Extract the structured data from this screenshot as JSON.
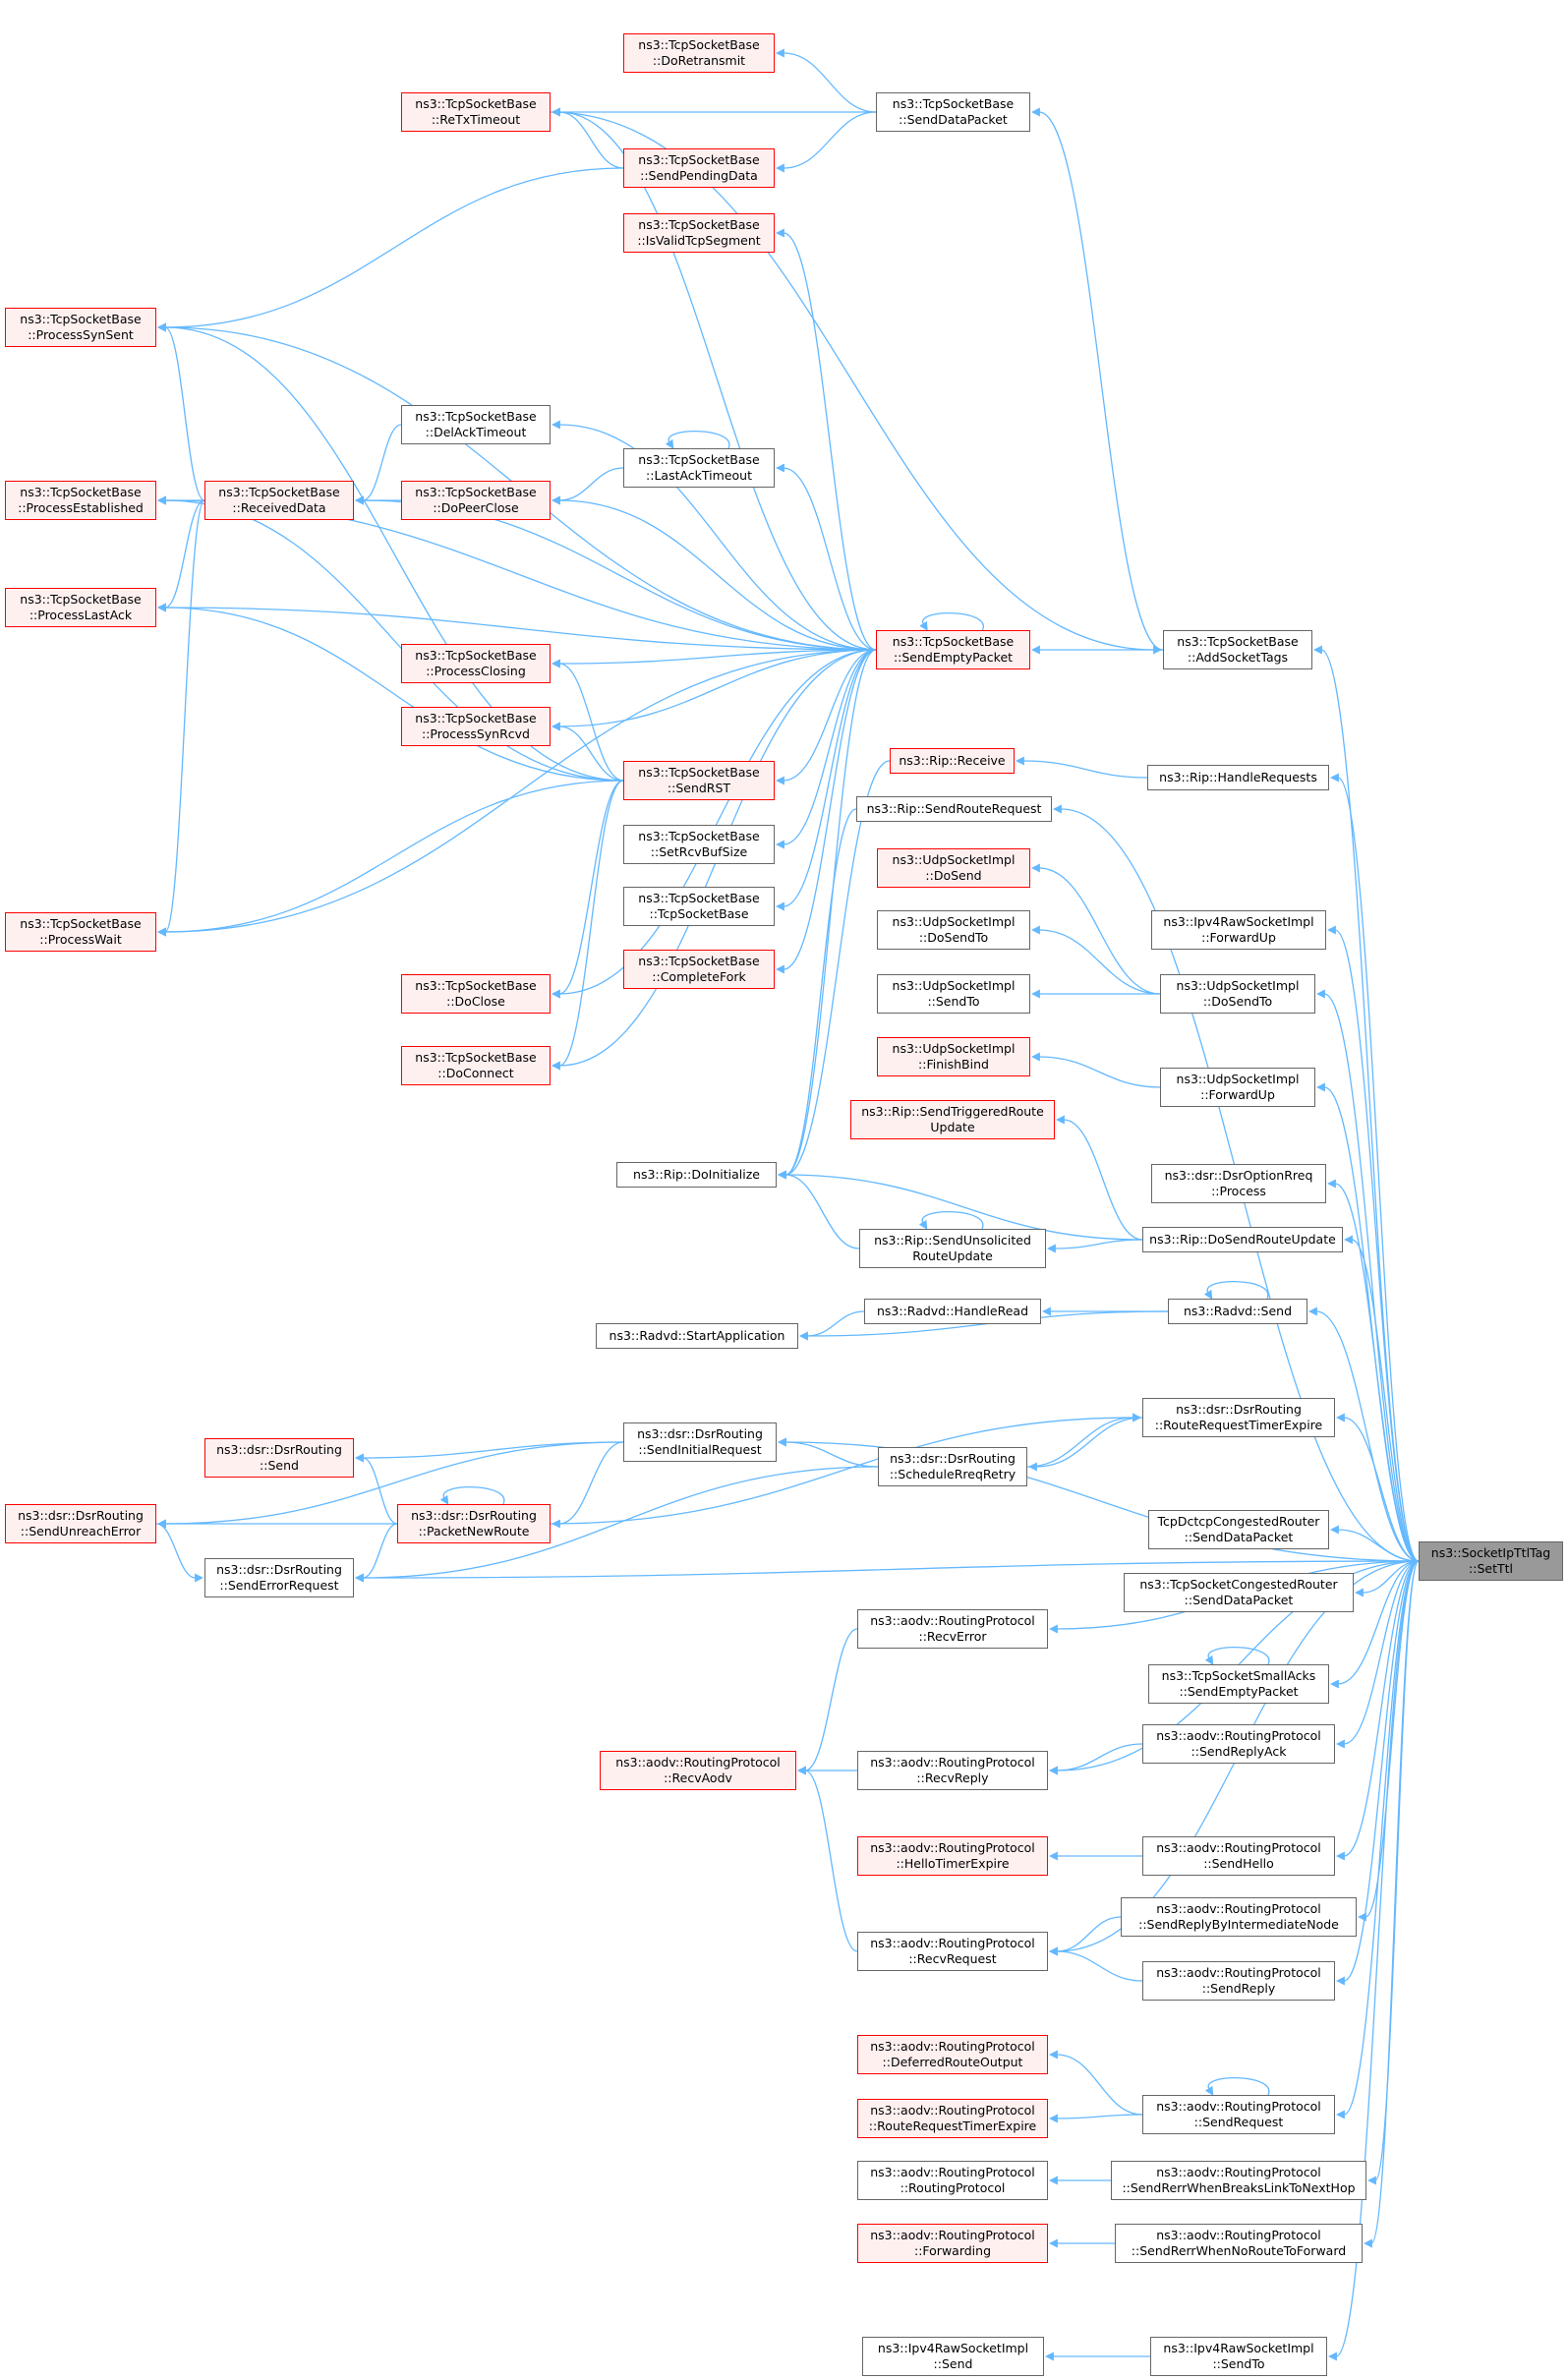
{
  "colors": {
    "edge": "#63b8ff",
    "normal_border": "#666666",
    "truncated_border": "#ff0000",
    "truncated_fill": "#fff0f0",
    "root_fill": "#999999"
  },
  "nodes": {
    "doRetransmit": {
      "line1": "ns3::TcpSocketBase",
      "line2": "::DoRetransmit",
      "style": "trunc"
    },
    "sendDataPacket": {
      "line1": "ns3::TcpSocketBase",
      "line2": "::SendDataPacket",
      "style": "normal"
    },
    "reTxTimeout": {
      "line1": "ns3::TcpSocketBase",
      "line2": "::ReTxTimeout",
      "style": "trunc"
    },
    "sendPendingData": {
      "line1": "ns3::TcpSocketBase",
      "line2": "::SendPendingData",
      "style": "trunc"
    },
    "isValidTcpSegment": {
      "line1": "ns3::TcpSocketBase",
      "line2": "::IsValidTcpSegment",
      "style": "trunc"
    },
    "processSynSent": {
      "line1": "ns3::TcpSocketBase",
      "line2": "::ProcessSynSent",
      "style": "trunc"
    },
    "delAckTimeout": {
      "line1": "ns3::TcpSocketBase",
      "line2": "::DelAckTimeout",
      "style": "normal"
    },
    "lastAckTimeout": {
      "line1": "ns3::TcpSocketBase",
      "line2": "::LastAckTimeout",
      "style": "normal"
    },
    "processEstablished": {
      "line1": "ns3::TcpSocketBase",
      "line2": "::ProcessEstablished",
      "style": "trunc"
    },
    "receivedData": {
      "line1": "ns3::TcpSocketBase",
      "line2": "::ReceivedData",
      "style": "trunc"
    },
    "doPeerClose": {
      "line1": "ns3::TcpSocketBase",
      "line2": "::DoPeerClose",
      "style": "trunc"
    },
    "processLastAck": {
      "line1": "ns3::TcpSocketBase",
      "line2": "::ProcessLastAck",
      "style": "trunc"
    },
    "sendEmptyPacket": {
      "line1": "ns3::TcpSocketBase",
      "line2": "::SendEmptyPacket",
      "style": "trunc"
    },
    "addSocketTags": {
      "line1": "ns3::TcpSocketBase",
      "line2": "::AddSocketTags",
      "style": "normal"
    },
    "processClosing": {
      "line1": "ns3::TcpSocketBase",
      "line2": "::ProcessClosing",
      "style": "trunc"
    },
    "processSynRcvd": {
      "line1": "ns3::TcpSocketBase",
      "line2": "::ProcessSynRcvd",
      "style": "trunc"
    },
    "ripReceive": {
      "line1": "ns3::Rip::Receive",
      "line2": "",
      "style": "trunc"
    },
    "ripHandleRequests": {
      "line1": "ns3::Rip::HandleRequests",
      "line2": "",
      "style": "normal"
    },
    "sendRST": {
      "line1": "ns3::TcpSocketBase",
      "line2": "::SendRST",
      "style": "trunc"
    },
    "ripSendRouteRequest": {
      "line1": "ns3::Rip::SendRouteRequest",
      "line2": "",
      "style": "normal"
    },
    "setRcvBufSize": {
      "line1": "ns3::TcpSocketBase",
      "line2": "::SetRcvBufSize",
      "style": "normal"
    },
    "udpDoSend": {
      "line1": "ns3::UdpSocketImpl",
      "line2": "::DoSend",
      "style": "trunc"
    },
    "tcpSocketBaseCtor": {
      "line1": "ns3::TcpSocketBase",
      "line2": "::TcpSocketBase",
      "style": "normal"
    },
    "processWait": {
      "line1": "ns3::TcpSocketBase",
      "line2": "::ProcessWait",
      "style": "trunc"
    },
    "udpDoSendTo_left": {
      "line1": "ns3::UdpSocketImpl",
      "line2": "::DoSendTo",
      "style": "normal"
    },
    "ipv4RawForwardUp": {
      "line1": "ns3::Ipv4RawSocketImpl",
      "line2": "::ForwardUp",
      "style": "normal"
    },
    "completeFork": {
      "line1": "ns3::TcpSocketBase",
      "line2": "::CompleteFork",
      "style": "trunc"
    },
    "doClose": {
      "line1": "ns3::TcpSocketBase",
      "line2": "::DoClose",
      "style": "trunc"
    },
    "udpSendTo": {
      "line1": "ns3::UdpSocketImpl",
      "line2": "::SendTo",
      "style": "normal"
    },
    "udpDoSendTo": {
      "line1": "ns3::UdpSocketImpl",
      "line2": "::DoSendTo",
      "style": "normal"
    },
    "udpFinishBind": {
      "line1": "ns3::UdpSocketImpl",
      "line2": "::FinishBind",
      "style": "trunc"
    },
    "doConnect": {
      "line1": "ns3::TcpSocketBase",
      "line2": "::DoConnect",
      "style": "trunc"
    },
    "udpForwardUp": {
      "line1": "ns3::UdpSocketImpl",
      "line2": "::ForwardUp",
      "style": "normal"
    },
    "ripSendTriggered": {
      "line1": "ns3::Rip::SendTriggeredRoute",
      "line2": "Update",
      "style": "trunc"
    },
    "ripDoInitialize": {
      "line1": "ns3::Rip::DoInitialize",
      "line2": "",
      "style": "normal"
    },
    "dsrOptionRreq": {
      "line1": "ns3::dsr::DsrOptionRreq",
      "line2": "::Process",
      "style": "normal"
    },
    "ripSendUnsolicited": {
      "line1": "ns3::Rip::SendUnsolicited",
      "line2": "RouteUpdate",
      "style": "normal"
    },
    "ripDoSendRouteUpdate": {
      "line1": "ns3::Rip::DoSendRouteUpdate",
      "line2": "",
      "style": "normal"
    },
    "radvdHandleRead": {
      "line1": "ns3::Radvd::HandleRead",
      "line2": "",
      "style": "normal"
    },
    "radvdSend": {
      "line1": "ns3::Radvd::Send",
      "line2": "",
      "style": "normal"
    },
    "radvdStartApp": {
      "line1": "ns3::Radvd::StartApplication",
      "line2": "",
      "style": "normal"
    },
    "dsrRouteReqTimer": {
      "line1": "ns3::dsr::DsrRouting",
      "line2": "::RouteRequestTimerExpire",
      "style": "normal"
    },
    "dsrSendInitial": {
      "line1": "ns3::dsr::DsrRouting",
      "line2": "::SendInitialRequest",
      "style": "normal"
    },
    "dsrSend": {
      "line1": "ns3::dsr::DsrRouting",
      "line2": "::Send",
      "style": "trunc"
    },
    "dsrScheduleRreq": {
      "line1": "ns3::dsr::DsrRouting",
      "line2": "::ScheduleRreqRetry",
      "style": "normal"
    },
    "dsrSendUnreach": {
      "line1": "ns3::dsr::DsrRouting",
      "line2": "::SendUnreachError",
      "style": "trunc"
    },
    "dsrPacketNewRoute": {
      "line1": "ns3::dsr::DsrRouting",
      "line2": "::PacketNewRoute",
      "style": "trunc"
    },
    "tcpDctcpCong": {
      "line1": "TcpDctcpCongestedRouter",
      "line2": "::SendDataPacket",
      "style": "normal"
    },
    "root": {
      "line1": "ns3::SocketIpTtlTag",
      "line2": "::SetTtl",
      "style": "root"
    },
    "dsrSendError": {
      "line1": "ns3::dsr::DsrRouting",
      "line2": "::SendErrorRequest",
      "style": "normal"
    },
    "tcpSocketCong": {
      "line1": "ns3::TcpSocketCongestedRouter",
      "line2": "::SendDataPacket",
      "style": "normal"
    },
    "aodvRecvError": {
      "line1": "ns3::aodv::RoutingProtocol",
      "line2": "::RecvError",
      "style": "normal"
    },
    "tcpSmallAcks": {
      "line1": "ns3::TcpSocketSmallAcks",
      "line2": "::SendEmptyPacket",
      "style": "normal"
    },
    "aodvSendReplyAck": {
      "line1": "ns3::aodv::RoutingProtocol",
      "line2": "::SendReplyAck",
      "style": "normal"
    },
    "aodvRecvAodv": {
      "line1": "ns3::aodv::RoutingProtocol",
      "line2": "::RecvAodv",
      "style": "trunc"
    },
    "aodvRecvReply": {
      "line1": "ns3::aodv::RoutingProtocol",
      "line2": "::RecvReply",
      "style": "normal"
    },
    "aodvHelloTimer": {
      "line1": "ns3::aodv::RoutingProtocol",
      "line2": "::HelloTimerExpire",
      "style": "trunc"
    },
    "aodvSendHello": {
      "line1": "ns3::aodv::RoutingProtocol",
      "line2": "::SendHello",
      "style": "normal"
    },
    "aodvSendReplyByInt": {
      "line1": "ns3::aodv::RoutingProtocol",
      "line2": "::SendReplyByIntermediateNode",
      "style": "normal"
    },
    "aodvRecvRequest": {
      "line1": "ns3::aodv::RoutingProtocol",
      "line2": "::RecvRequest",
      "style": "normal"
    },
    "aodvSendReply": {
      "line1": "ns3::aodv::RoutingProtocol",
      "line2": "::SendReply",
      "style": "normal"
    },
    "aodvDeferred": {
      "line1": "ns3::aodv::RoutingProtocol",
      "line2": "::DeferredRouteOutput",
      "style": "trunc"
    },
    "aodvSendRequest": {
      "line1": "ns3::aodv::RoutingProtocol",
      "line2": "::SendRequest",
      "style": "normal"
    },
    "aodvRouteReqTimer": {
      "line1": "ns3::aodv::RoutingProtocol",
      "line2": "::RouteRequestTimerExpire",
      "style": "trunc"
    },
    "aodvRoutingProtocol": {
      "line1": "ns3::aodv::RoutingProtocol",
      "line2": "::RoutingProtocol",
      "style": "normal"
    },
    "aodvSendRerrBreaks": {
      "line1": "ns3::aodv::RoutingProtocol",
      "line2": "::SendRerrWhenBreaksLinkToNextHop",
      "style": "normal"
    },
    "aodvForwarding": {
      "line1": "ns3::aodv::RoutingProtocol",
      "line2": "::Forwarding",
      "style": "trunc"
    },
    "aodvSendRerrNoRoute": {
      "line1": "ns3::aodv::RoutingProtocol",
      "line2": "::SendRerrWhenNoRouteToForward",
      "style": "normal"
    },
    "ipv4RawSend": {
      "line1": "ns3::Ipv4RawSocketImpl",
      "line2": "::Send",
      "style": "normal"
    },
    "ipv4RawSendTo": {
      "line1": "ns3::Ipv4RawSocketImpl",
      "line2": "::SendTo",
      "style": "normal"
    }
  },
  "edges": [
    [
      "doRetransmit",
      "sendDataPacket"
    ],
    [
      "reTxTimeout",
      "sendDataPacket"
    ],
    [
      "reTxTimeout",
      "sendPendingData"
    ],
    [
      "sendPendingData",
      "sendDataPacket"
    ],
    [
      "sendDataPacket",
      "addSocketTags"
    ],
    [
      "reTxTimeout",
      "sendEmptyPacket"
    ],
    [
      "addSocketTags",
      "reTxTimeout"
    ],
    [
      "processSynSent",
      "sendPendingData"
    ],
    [
      "isValidTcpSegment",
      "sendEmptyPacket"
    ],
    [
      "processSynSent",
      "sendEmptyPacket"
    ],
    [
      "processSynSent",
      "receivedData"
    ],
    [
      "processSynSent",
      "sendRST"
    ],
    [
      "delAckTimeout",
      "sendEmptyPacket"
    ],
    [
      "receivedData",
      "delAckTimeout"
    ],
    [
      "lastAckTimeout",
      "sendEmptyPacket"
    ],
    [
      "lastAckTimeout",
      "lastAckTimeout"
    ],
    [
      "doPeerClose",
      "lastAckTimeout"
    ],
    [
      "processEstablished",
      "sendEmptyPacket"
    ],
    [
      "processEstablished",
      "receivedData"
    ],
    [
      "receivedData",
      "doPeerClose"
    ],
    [
      "receivedData",
      "sendEmptyPacket"
    ],
    [
      "doPeerClose",
      "sendEmptyPacket"
    ],
    [
      "processLastAck",
      "receivedData"
    ],
    [
      "processLastAck",
      "sendEmptyPacket"
    ],
    [
      "processLastAck",
      "sendRST"
    ],
    [
      "processEstablished",
      "sendRST"
    ],
    [
      "sendEmptyPacket",
      "sendEmptyPacket"
    ],
    [
      "sendEmptyPacket",
      "addSocketTags"
    ],
    [
      "processClosing",
      "sendEmptyPacket"
    ],
    [
      "processClosing",
      "sendRST"
    ],
    [
      "processSynRcvd",
      "sendEmptyPacket"
    ],
    [
      "processSynRcvd",
      "sendRST"
    ],
    [
      "sendRST",
      "sendEmptyPacket"
    ],
    [
      "ripReceive",
      "ripHandleRequests"
    ],
    [
      "ripHandleRequests",
      "root"
    ],
    [
      "addSocketTags",
      "root"
    ],
    [
      "ripSendRouteRequest",
      "root"
    ],
    [
      "setRcvBufSize",
      "sendEmptyPacket"
    ],
    [
      "tcpSocketBaseCtor",
      "sendEmptyPacket"
    ],
    [
      "completeFork",
      "sendEmptyPacket"
    ],
    [
      "doClose",
      "sendEmptyPacket"
    ],
    [
      "doClose",
      "sendRST"
    ],
    [
      "doConnect",
      "sendEmptyPacket"
    ],
    [
      "doConnect",
      "sendRST"
    ],
    [
      "processWait",
      "receivedData"
    ],
    [
      "processWait",
      "sendEmptyPacket"
    ],
    [
      "processWait",
      "sendRST"
    ],
    [
      "ripDoInitialize",
      "sendEmptyPacket"
    ],
    [
      "ripDoInitialize",
      "ripSendRouteRequest"
    ],
    [
      "ripDoInitialize",
      "ripReceive"
    ],
    [
      "udpDoSend",
      "udpDoSendTo"
    ],
    [
      "udpDoSendTo_left",
      "udpDoSendTo"
    ],
    [
      "udpSendTo",
      "udpDoSendTo"
    ],
    [
      "udpDoSendTo",
      "root"
    ],
    [
      "ipv4RawForwardUp",
      "root"
    ],
    [
      "udpFinishBind",
      "udpForwardUp"
    ],
    [
      "udpForwardUp",
      "root"
    ],
    [
      "ripSendTriggered",
      "ripDoSendRouteUpdate"
    ],
    [
      "ripDoInitialize",
      "ripDoSendRouteUpdate"
    ],
    [
      "ripDoInitialize",
      "ripSendUnsolicited"
    ],
    [
      "ripSendUnsolicited",
      "ripSendUnsolicited"
    ],
    [
      "ripSendUnsolicited",
      "ripDoSendRouteUpdate"
    ],
    [
      "ripDoSendRouteUpdate",
      "root"
    ],
    [
      "dsrOptionRreq",
      "root"
    ],
    [
      "radvdHandleRead",
      "radvdSend"
    ],
    [
      "radvdStartApp",
      "radvdHandleRead"
    ],
    [
      "radvdStartApp",
      "radvdSend"
    ],
    [
      "radvdSend",
      "radvdSend"
    ],
    [
      "radvdSend",
      "root"
    ],
    [
      "dsrSendInitial",
      "root"
    ],
    [
      "dsrSendUnreach",
      "dsrSendInitial"
    ],
    [
      "dsrSend",
      "dsrSendInitial"
    ],
    [
      "dsrSend",
      "dsrPacketNewRoute"
    ],
    [
      "dsrPacketNewRoute",
      "dsrSendInitial"
    ],
    [
      "dsrSendInitial",
      "dsrScheduleRreq"
    ],
    [
      "dsrRouteReqTimer",
      "dsrScheduleRreq"
    ],
    [
      "dsrScheduleRreq",
      "dsrRouteReqTimer"
    ],
    [
      "dsrRouteReqTimer",
      "root"
    ],
    [
      "dsrPacketNewRoute",
      "dsrPacketNewRoute"
    ],
    [
      "dsrSendUnreach",
      "dsrPacketNewRoute"
    ],
    [
      "dsrSendError",
      "dsrPacketNewRoute"
    ],
    [
      "dsrRouteReqTimer",
      "dsrPacketNewRoute"
    ],
    [
      "dsrSendError",
      "dsrScheduleRreq"
    ],
    [
      "dsrSendError",
      "dsrSendUnreach"
    ],
    [
      "dsrSendError",
      "root"
    ],
    [
      "aodvRecvError",
      "root"
    ],
    [
      "tcpDctcpCong",
      "root"
    ],
    [
      "tcpSocketCong",
      "root"
    ],
    [
      "tcpSmallAcks",
      "tcpSmallAcks"
    ],
    [
      "tcpSmallAcks",
      "root"
    ],
    [
      "aodvRecvAodv",
      "aodvRecvError"
    ],
    [
      "aodvRecvAodv",
      "aodvRecvReply"
    ],
    [
      "aodvRecvAodv",
      "aodvRecvRequest"
    ],
    [
      "aodvRecvReply",
      "aodvSendReplyAck"
    ],
    [
      "aodvRecvReply",
      "root"
    ],
    [
      "aodvSendReplyAck",
      "root"
    ],
    [
      "aodvHelloTimer",
      "aodvSendHello"
    ],
    [
      "aodvSendHello",
      "root"
    ],
    [
      "aodvRecvRequest",
      "aodvSendReplyByInt"
    ],
    [
      "aodvRecvRequest",
      "aodvSendReply"
    ],
    [
      "aodvRecvRequest",
      "root"
    ],
    [
      "aodvSendReplyByInt",
      "root"
    ],
    [
      "aodvSendReply",
      "root"
    ],
    [
      "aodvDeferred",
      "aodvSendRequest"
    ],
    [
      "aodvRouteReqTimer",
      "aodvSendRequest"
    ],
    [
      "aodvSendRequest",
      "aodvSendRequest"
    ],
    [
      "aodvSendRequest",
      "root"
    ],
    [
      "aodvRoutingProtocol",
      "aodvSendRerrBreaks"
    ],
    [
      "aodvSendRerrBreaks",
      "root"
    ],
    [
      "aodvForwarding",
      "aodvSendRerrNoRoute"
    ],
    [
      "aodvSendRerrNoRoute",
      "root"
    ],
    [
      "ipv4RawSend",
      "ipv4RawSendTo"
    ],
    [
      "ipv4RawSendTo",
      "root"
    ]
  ]
}
